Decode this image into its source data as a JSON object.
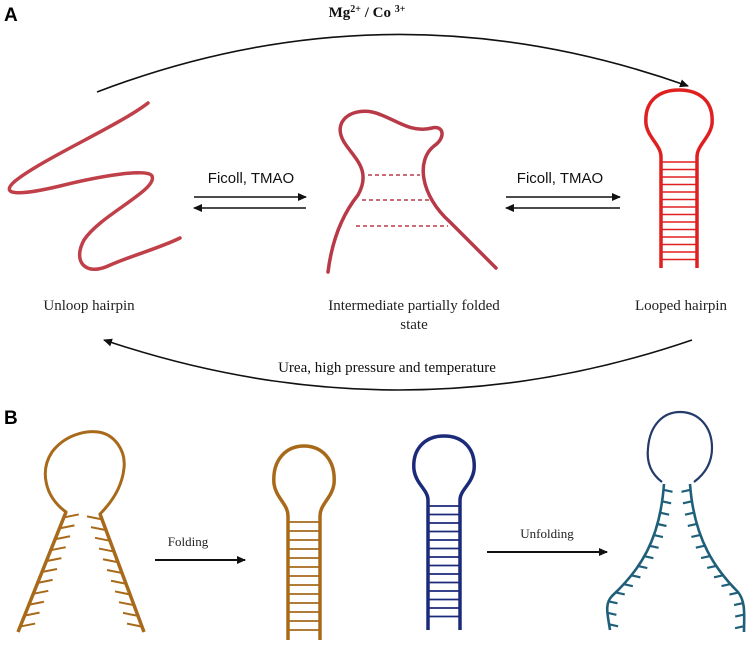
{
  "panel_a": {
    "letter": "A",
    "top_condition": {
      "base": "Mg",
      "sup1": "2+",
      "mid": " / Co ",
      "sup2": "3+"
    },
    "bottom_condition": "Urea, high pressure and temperature",
    "reagent_left": "Ficoll, TMAO",
    "reagent_right": "Ficoll, TMAO",
    "state_unloop": "Unloop hairpin",
    "state_intermediate_line1": "Intermediate partially folded",
    "state_intermediate_line2": "state",
    "state_looped": "Looped hairpin"
  },
  "panel_b": {
    "letter": "B",
    "folding_label": "Folding",
    "unfolding_label": "Unfolding"
  },
  "colors": {
    "unloop": "#c0404a",
    "intermediate": "#b83a48",
    "looped": "#e02020",
    "brown": "#a86a1a",
    "navy": "#1c2a7a",
    "teal": "#1f5f7a"
  }
}
